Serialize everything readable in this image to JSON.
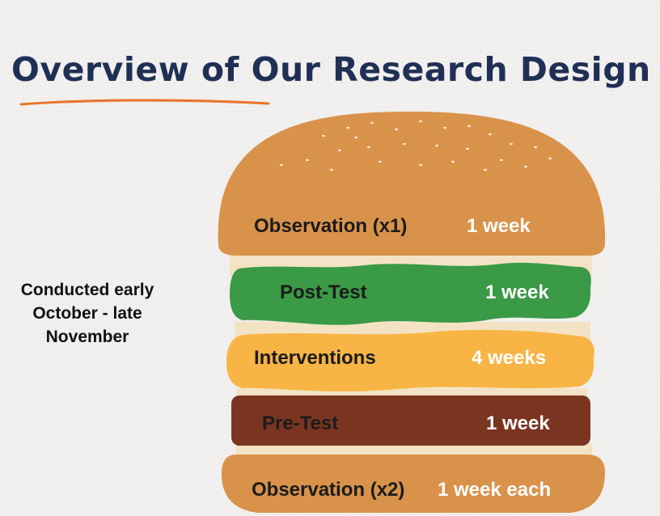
{
  "title": "Overview of Our Research Design",
  "side_note": "Conducted early October - late November",
  "colors": {
    "title": "#1f2f55",
    "underline": "#e9732e",
    "bun": "#d9924a",
    "lettuce": "#3a9a45",
    "cheese": "#f8b545",
    "patty": "#7a3521",
    "bread_inner": "#f3e3c4"
  },
  "layers": [
    {
      "name": "Observation (x1)",
      "duration": "1 week"
    },
    {
      "name": "Post-Test",
      "duration": "1 week"
    },
    {
      "name": "Interventions",
      "duration": "4 weeks"
    },
    {
      "name": "Pre-Test",
      "duration": "1 week"
    },
    {
      "name": "Observation (x2)",
      "duration": "1 week each"
    }
  ]
}
